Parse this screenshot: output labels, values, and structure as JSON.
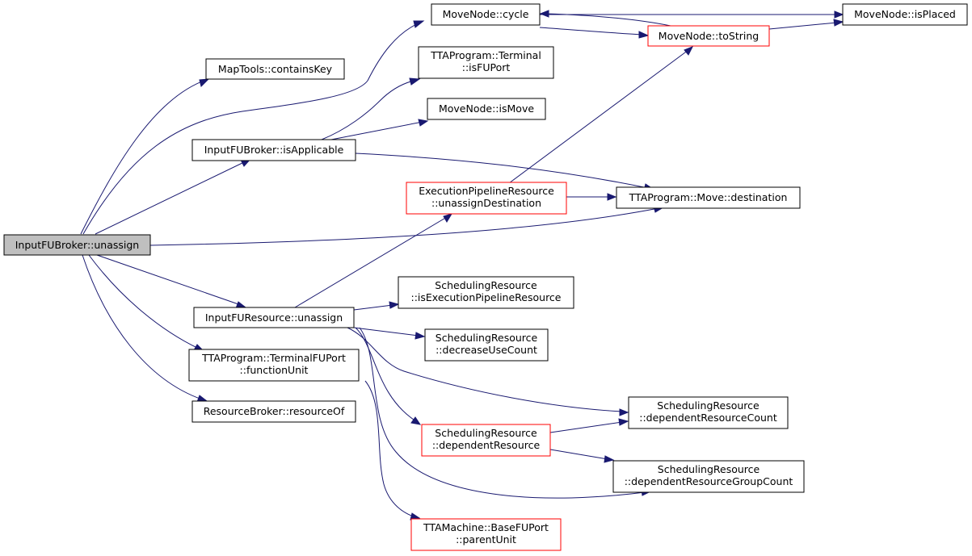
{
  "diagram": {
    "type": "call-graph",
    "colors": {
      "edge": "#191970",
      "node_border": "#000000",
      "node_border_highlight": "#ff0000",
      "focus_fill": "#bfbfbf"
    },
    "nodes": [
      {
        "id": "unassign_broker",
        "lines": [
          "InputFUBroker::unassign"
        ],
        "style": "focus"
      },
      {
        "id": "containsKey",
        "lines": [
          "MapTools::containsKey"
        ],
        "style": "normal"
      },
      {
        "id": "isApplicable",
        "lines": [
          "InputFUBroker::isApplicable"
        ],
        "style": "normal"
      },
      {
        "id": "cycle",
        "lines": [
          "MoveNode::cycle"
        ],
        "style": "normal"
      },
      {
        "id": "toString",
        "lines": [
          "MoveNode::toString"
        ],
        "style": "red"
      },
      {
        "id": "isPlaced",
        "lines": [
          "MoveNode::isPlaced"
        ],
        "style": "normal"
      },
      {
        "id": "isFUPort",
        "lines": [
          "TTAProgram::Terminal",
          "::isFUPort"
        ],
        "style": "normal"
      },
      {
        "id": "isMove",
        "lines": [
          "MoveNode::isMove"
        ],
        "style": "normal"
      },
      {
        "id": "unassignDestination",
        "lines": [
          "ExecutionPipelineResource",
          "::unassignDestination"
        ],
        "style": "red"
      },
      {
        "id": "destination",
        "lines": [
          "TTAProgram::Move::destination"
        ],
        "style": "normal"
      },
      {
        "id": "unassign_res",
        "lines": [
          "InputFUResource::unassign"
        ],
        "style": "normal"
      },
      {
        "id": "isExecPipeline",
        "lines": [
          "SchedulingResource",
          "::isExecutionPipelineResource"
        ],
        "style": "normal"
      },
      {
        "id": "decreaseUseCount",
        "lines": [
          "SchedulingResource",
          "::decreaseUseCount"
        ],
        "style": "normal"
      },
      {
        "id": "functionUnit",
        "lines": [
          "TTAProgram::TerminalFUPort",
          "::functionUnit"
        ],
        "style": "normal"
      },
      {
        "id": "resourceOf",
        "lines": [
          "ResourceBroker::resourceOf"
        ],
        "style": "normal"
      },
      {
        "id": "depResCount",
        "lines": [
          "SchedulingResource",
          "::dependentResourceCount"
        ],
        "style": "normal"
      },
      {
        "id": "depRes",
        "lines": [
          "SchedulingResource",
          "::dependentResource"
        ],
        "style": "red"
      },
      {
        "id": "depResGroupCount",
        "lines": [
          "SchedulingResource",
          "::dependentResourceGroupCount"
        ],
        "style": "normal"
      },
      {
        "id": "parentUnit",
        "lines": [
          "TTAMachine::BaseFUPort",
          "::parentUnit"
        ],
        "style": "red"
      }
    ],
    "edges": [
      {
        "from": "unassign_broker",
        "to": "containsKey"
      },
      {
        "from": "unassign_broker",
        "to": "cycle"
      },
      {
        "from": "unassign_broker",
        "to": "isApplicable"
      },
      {
        "from": "unassign_broker",
        "to": "destination"
      },
      {
        "from": "unassign_broker",
        "to": "unassign_res"
      },
      {
        "from": "unassign_broker",
        "to": "functionUnit"
      },
      {
        "from": "unassign_broker",
        "to": "resourceOf"
      },
      {
        "from": "cycle",
        "to": "toString"
      },
      {
        "from": "cycle",
        "to": "isPlaced"
      },
      {
        "from": "toString",
        "to": "cycle"
      },
      {
        "from": "toString",
        "to": "isPlaced"
      },
      {
        "from": "isApplicable",
        "to": "isFUPort"
      },
      {
        "from": "isApplicable",
        "to": "isMove"
      },
      {
        "from": "isApplicable",
        "to": "destination"
      },
      {
        "from": "unassignDestination",
        "to": "toString"
      },
      {
        "from": "unassignDestination",
        "to": "destination"
      },
      {
        "from": "unassign_res",
        "to": "unassignDestination"
      },
      {
        "from": "unassign_res",
        "to": "isExecPipeline"
      },
      {
        "from": "unassign_res",
        "to": "decreaseUseCount"
      },
      {
        "from": "unassign_res",
        "to": "depResCount"
      },
      {
        "from": "unassign_res",
        "to": "depRes"
      },
      {
        "from": "unassign_res",
        "to": "depResGroupCount"
      },
      {
        "from": "depRes",
        "to": "depResCount"
      },
      {
        "from": "depRes",
        "to": "depResGroupCount"
      },
      {
        "from": "functionUnit",
        "to": "parentUnit"
      }
    ]
  }
}
